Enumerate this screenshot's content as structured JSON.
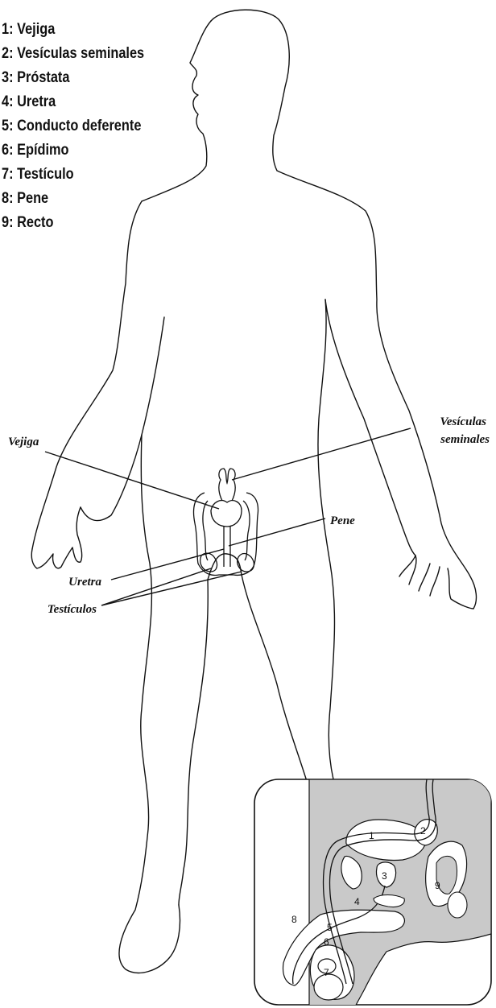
{
  "legend": [
    {
      "num": "1",
      "label": "Vejiga"
    },
    {
      "num": "2",
      "label": "Vesículas seminales"
    },
    {
      "num": "3",
      "label": "Próstata"
    },
    {
      "num": "4",
      "label": "Uretra"
    },
    {
      "num": "5",
      "label": "Conducto deferente"
    },
    {
      "num": "6",
      "label": "Epídimo"
    },
    {
      "num": "7",
      "label": "Testículo"
    },
    {
      "num": "8",
      "label": "Pene"
    },
    {
      "num": "9",
      "label": "Recto"
    }
  ],
  "callouts": {
    "vejiga": "Vejiga",
    "vesiculas_line1": "Vesículas",
    "vesiculas_line2": "seminales",
    "pene": "Pene",
    "uretra": "Uretra",
    "testiculos": "Testículos"
  },
  "inset_numbers": [
    "1",
    "2",
    "3",
    "4",
    "5",
    "6",
    "7",
    "8",
    "9"
  ],
  "colors": {
    "line": "#111111",
    "inset_fill": "#c9c9c9",
    "organ_fill": "#ffffff"
  }
}
